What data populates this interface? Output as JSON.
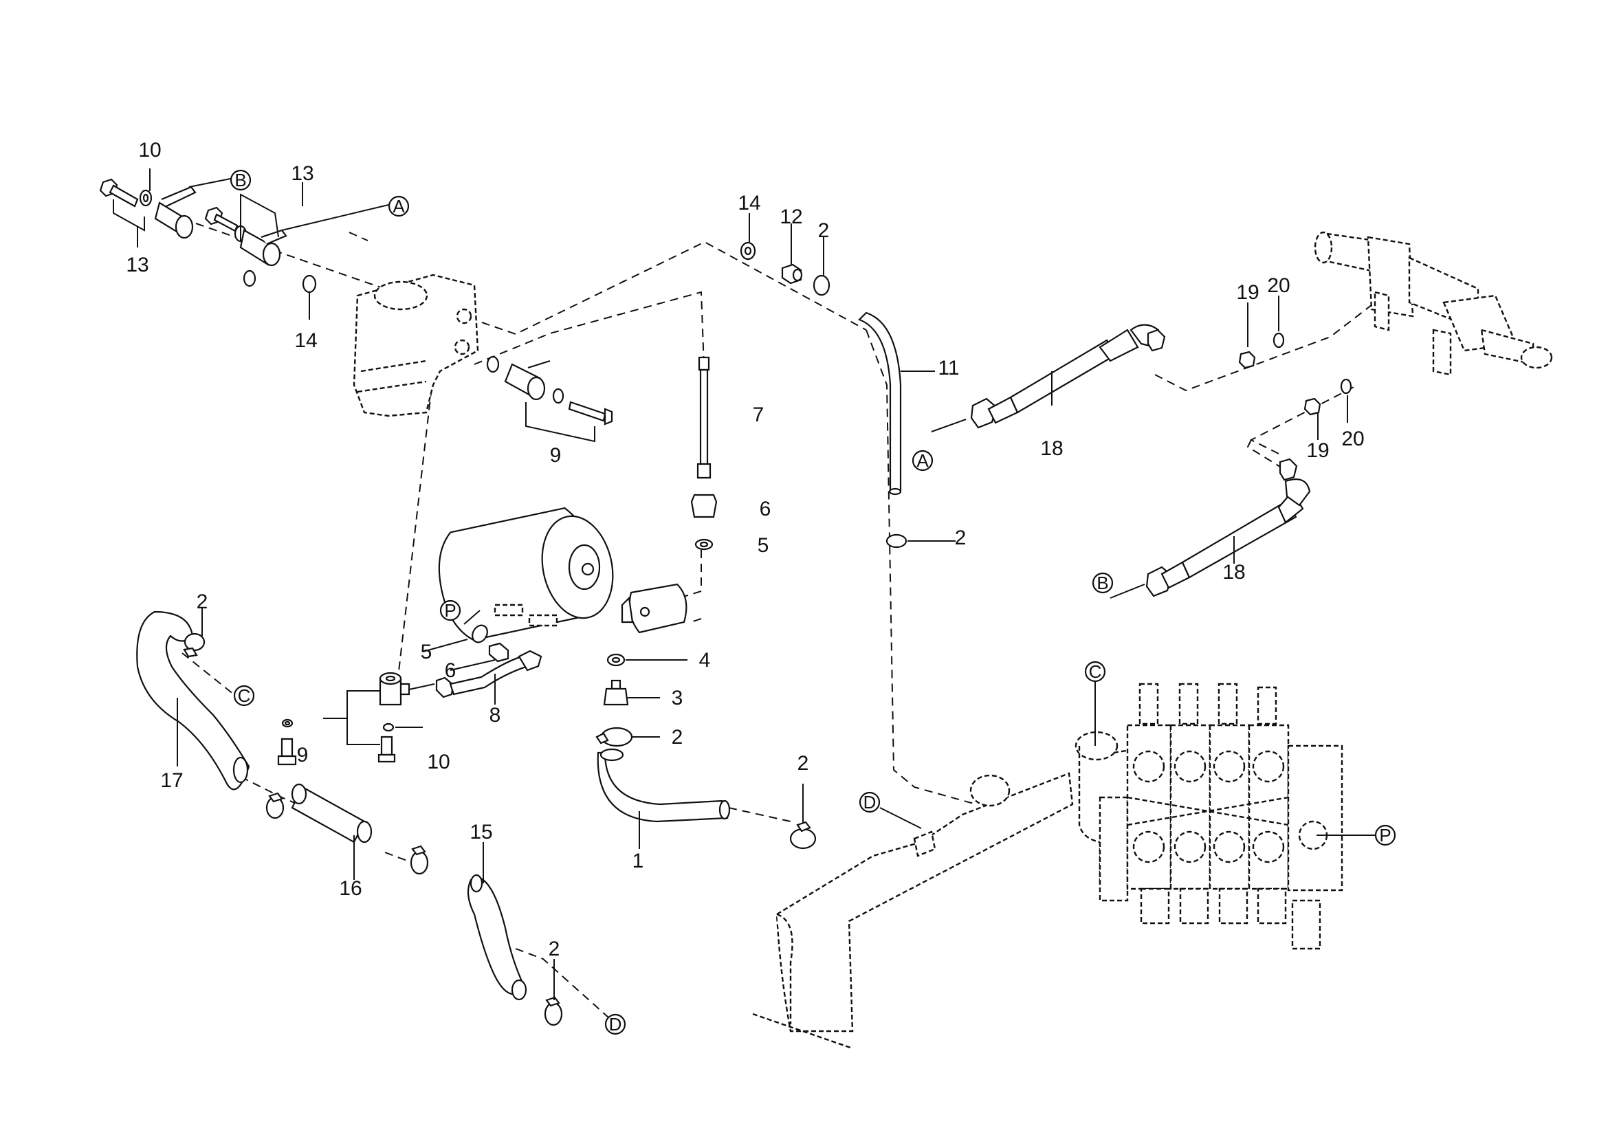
{
  "diagram": {
    "title": "Hydraulic steering and control valve hose assembly",
    "callouts": [
      {
        "id": "c10a",
        "text": "10"
      },
      {
        "id": "c13a",
        "text": "13"
      },
      {
        "id": "c13b",
        "text": "13"
      },
      {
        "id": "c14a",
        "text": "14"
      },
      {
        "id": "c14b",
        "text": "14"
      },
      {
        "id": "c12",
        "text": "12"
      },
      {
        "id": "c2a",
        "text": "2"
      },
      {
        "id": "c11",
        "text": "11"
      },
      {
        "id": "c9a",
        "text": "9"
      },
      {
        "id": "c7",
        "text": "7"
      },
      {
        "id": "c6a",
        "text": "6"
      },
      {
        "id": "c5a",
        "text": "5"
      },
      {
        "id": "c2b",
        "text": "2"
      },
      {
        "id": "c18a",
        "text": "18"
      },
      {
        "id": "c19a",
        "text": "19"
      },
      {
        "id": "c20a",
        "text": "20"
      },
      {
        "id": "c19b",
        "text": "19"
      },
      {
        "id": "c20b",
        "text": "20"
      },
      {
        "id": "c18b",
        "text": "18"
      },
      {
        "id": "c2c",
        "text": "2"
      },
      {
        "id": "c5b",
        "text": "5"
      },
      {
        "id": "c6b",
        "text": "6"
      },
      {
        "id": "c4",
        "text": "4"
      },
      {
        "id": "c3",
        "text": "3"
      },
      {
        "id": "c2d",
        "text": "2"
      },
      {
        "id": "c8",
        "text": "8"
      },
      {
        "id": "c9b",
        "text": "9"
      },
      {
        "id": "c10b",
        "text": "10"
      },
      {
        "id": "c17",
        "text": "17"
      },
      {
        "id": "c16",
        "text": "16"
      },
      {
        "id": "c15",
        "text": "15"
      },
      {
        "id": "c2e",
        "text": "2"
      },
      {
        "id": "c1",
        "text": "1"
      },
      {
        "id": "c2f",
        "text": "2"
      }
    ],
    "connectors": {
      "A1": "A",
      "A2": "A",
      "B1": "B",
      "B2": "B",
      "C1": "C",
      "C2": "C",
      "D1": "D",
      "D2": "D",
      "P1": "P",
      "P2": "P"
    }
  }
}
